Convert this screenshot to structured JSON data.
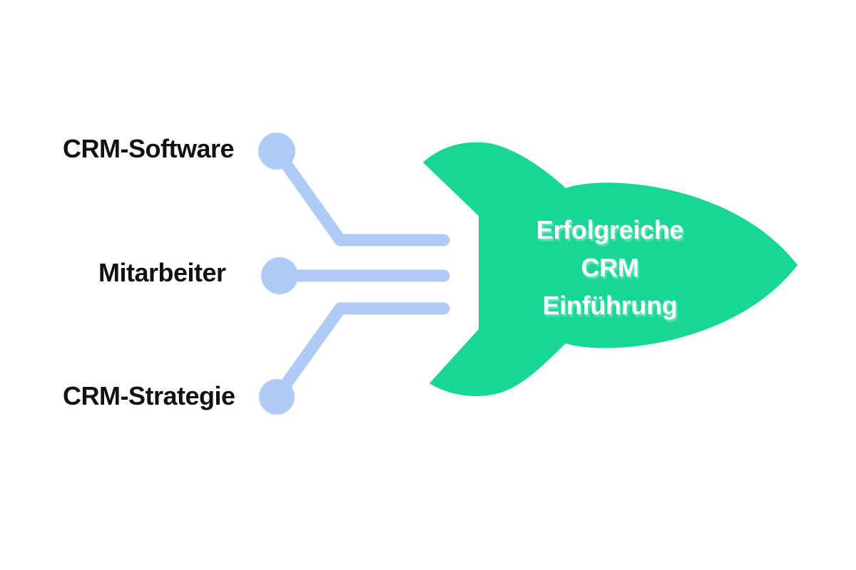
{
  "colors": {
    "background": "#ffffff",
    "rocket_green": "#18d794",
    "connector_blue": "#afcbf6",
    "label_black": "#121212",
    "rocket_text_white": "#ffffff"
  },
  "inputs": [
    {
      "label": "CRM-Software"
    },
    {
      "label": "Mitarbeiter"
    },
    {
      "label": "CRM-Strategie"
    }
  ],
  "rocket": {
    "lines": [
      "Erfolgreiche",
      "CRM",
      "Einführung"
    ]
  }
}
